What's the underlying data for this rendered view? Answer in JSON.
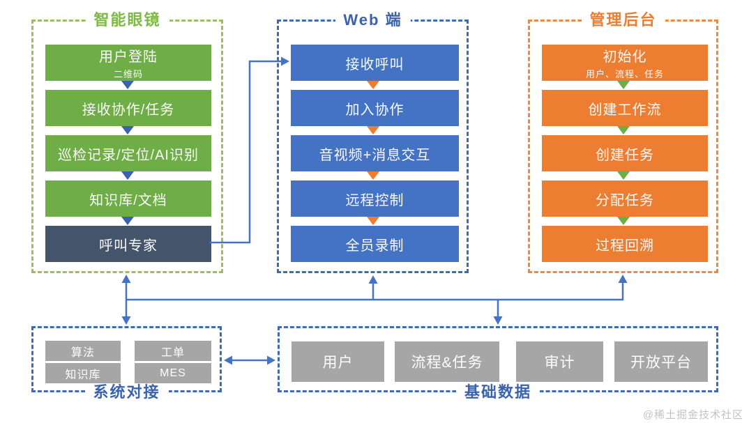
{
  "groups": {
    "glasses": {
      "title": "智能眼镜",
      "steps": [
        {
          "label": "用户登陆",
          "sub": "二维码"
        },
        {
          "label": "接收协作/任务",
          "sub": ""
        },
        {
          "label": "巡检记录/定位/AI识别",
          "sub": ""
        },
        {
          "label": "知识库/文档",
          "sub": ""
        },
        {
          "label": "呼叫专家",
          "sub": ""
        }
      ]
    },
    "web": {
      "title": "Web 端",
      "steps": [
        {
          "label": "接收呼叫"
        },
        {
          "label": "加入协作"
        },
        {
          "label": "音视频+消息交互"
        },
        {
          "label": "远程控制"
        },
        {
          "label": "全员录制"
        }
      ]
    },
    "admin": {
      "title": "管理后台",
      "steps": [
        {
          "label": "初始化",
          "sub": "用户、流程、任务"
        },
        {
          "label": "创建工作流",
          "sub": ""
        },
        {
          "label": "创建任务",
          "sub": ""
        },
        {
          "label": "分配任务",
          "sub": ""
        },
        {
          "label": "过程回溯",
          "sub": ""
        }
      ]
    },
    "integration": {
      "title": "系统对接",
      "items": [
        {
          "label": "算法"
        },
        {
          "label": "工单"
        },
        {
          "label": "知识库"
        },
        {
          "label": "MES"
        }
      ]
    },
    "basedata": {
      "title": "基础数据",
      "items": [
        {
          "label": "用户"
        },
        {
          "label": "流程&任务"
        },
        {
          "label": "审计"
        },
        {
          "label": "开放平台"
        }
      ]
    }
  },
  "colors": {
    "green_box": "#6fad47",
    "green_border": "#9cbe62",
    "green_title": "#7db945",
    "blue_box": "#4472c4",
    "blue_title": "#3a62ad",
    "orange_box": "#ed7d31",
    "dark_box": "#44546a",
    "gray_box": "#a6a6a6",
    "connector": "#4472c4"
  },
  "watermark": {
    "text": "@稀土掘金技术社区"
  }
}
